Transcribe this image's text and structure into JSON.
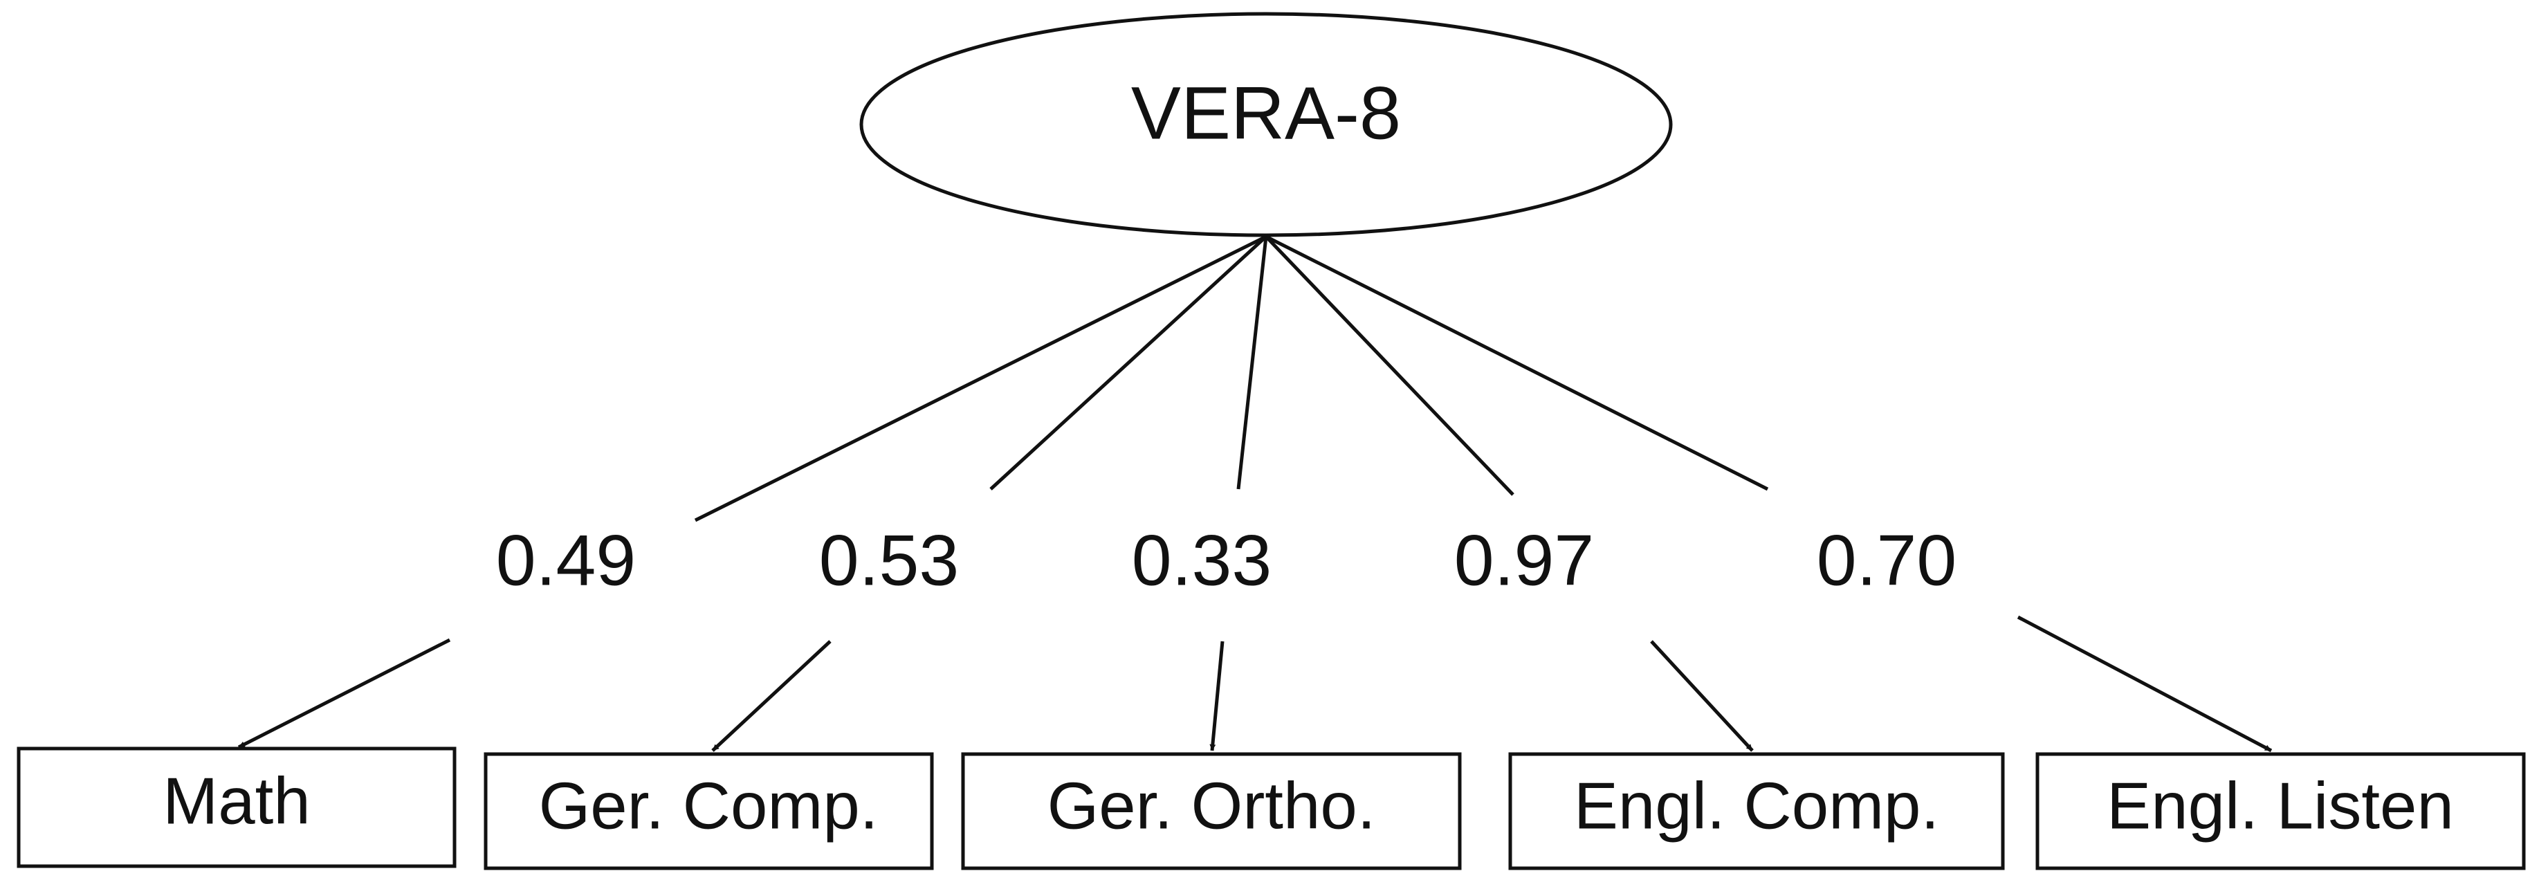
{
  "latent_factor": {
    "label": "VERA-8"
  },
  "paths": [
    {
      "loading": "0.49",
      "indicator": "Math"
    },
    {
      "loading": "0.53",
      "indicator": "Ger. Comp."
    },
    {
      "loading": "0.33",
      "indicator": "Ger. Ortho."
    },
    {
      "loading": "0.97",
      "indicator": "Engl. Comp."
    },
    {
      "loading": "0.70",
      "indicator": "Engl. Listen"
    }
  ]
}
